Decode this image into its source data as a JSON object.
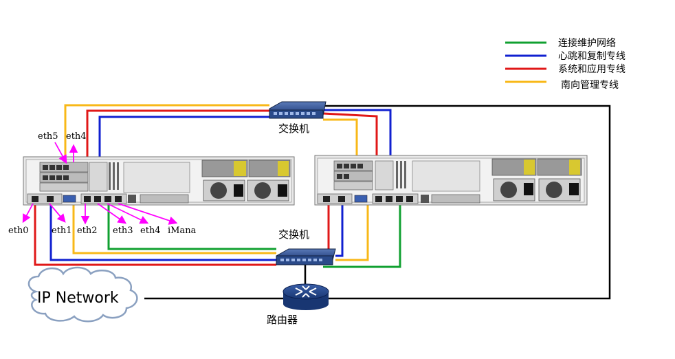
{
  "legend": [
    {
      "label": "连接维护网络",
      "color": "#10a030"
    },
    {
      "label": "心跳和复制专线",
      "color": "#1020d0"
    },
    {
      "label": "系统和应用专线",
      "color": "#e01818"
    },
    {
      "label": "南向管理专线",
      "color": "#f8b818"
    }
  ],
  "colors": {
    "annotation": "#ff00ff",
    "wire": "#000000"
  },
  "devices": {
    "switch_top": "交换机",
    "switch_bottom": "交换机",
    "router": "路由器",
    "cloud": "IP Network"
  },
  "ports_left_server": {
    "eth5": "eth5",
    "eth4_top": "eth4",
    "eth0": "eth0",
    "eth1": "eth1",
    "eth2": "eth2",
    "eth3": "eth3",
    "eth4_bottom": "eth4",
    "imana": "iMana"
  }
}
